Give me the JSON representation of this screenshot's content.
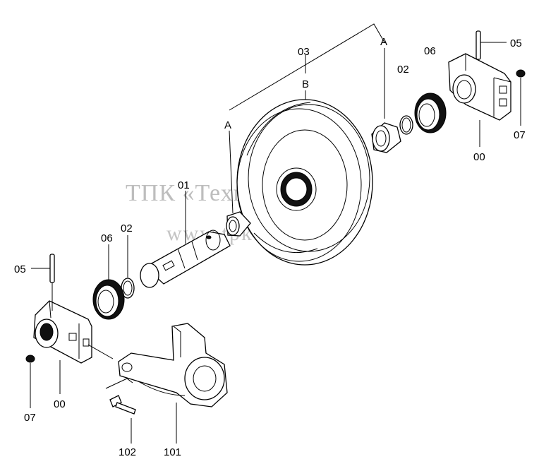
{
  "watermark": {
    "line1": "ТПК «Техно-Сиб»",
    "line2": "www.tpkts.ru"
  },
  "labels": {
    "l00_right": "00",
    "l00_left": "00",
    "l01": "01",
    "l02_right": "02",
    "l02_left": "02",
    "l03": "03",
    "l05_right": "05",
    "l05_left": "05",
    "l06_right": "06",
    "l06_left": "06",
    "l07_right": "07",
    "l07_left": "07",
    "l101": "101",
    "l102": "102",
    "lA_right": "A",
    "lA_left": "A",
    "lB": "B"
  }
}
